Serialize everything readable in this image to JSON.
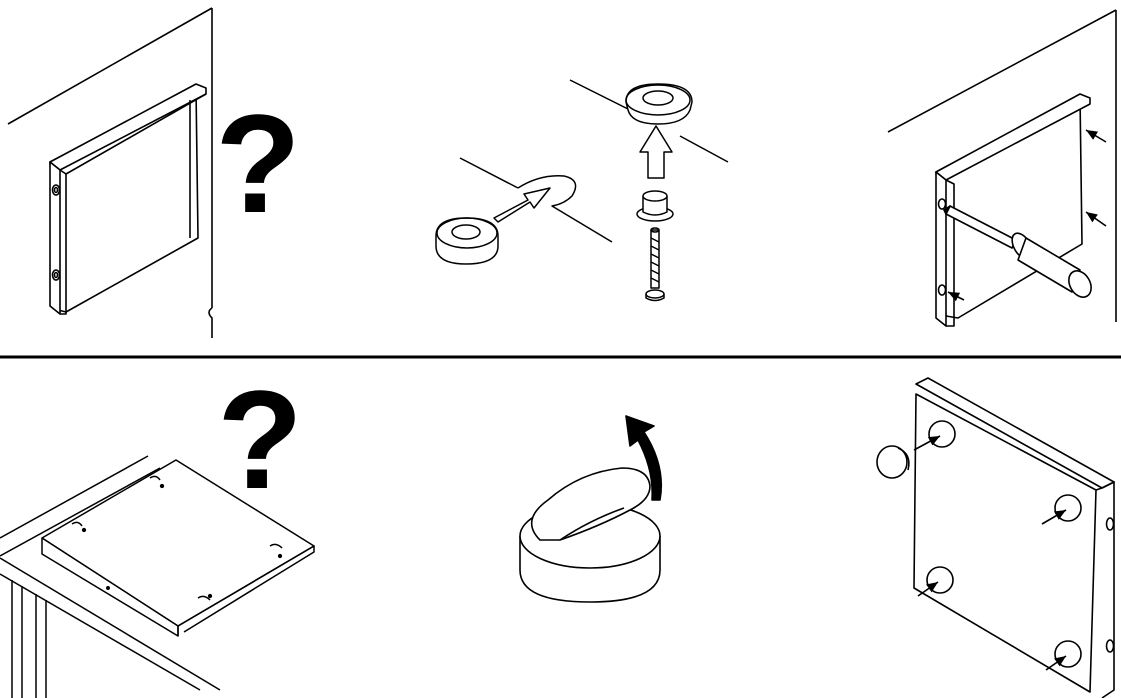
{
  "panels": [
    {
      "id": "panel-wall-panel-question",
      "mark": "?"
    },
    {
      "id": "panel-bumper-screw-assembly"
    },
    {
      "id": "panel-wall-panel-drill"
    },
    {
      "id": "panel-table-panel-question",
      "mark": "?"
    },
    {
      "id": "panel-peel-adhesive-pad"
    },
    {
      "id": "panel-apply-pads-back"
    }
  ],
  "divider": {
    "color": "#000000"
  }
}
